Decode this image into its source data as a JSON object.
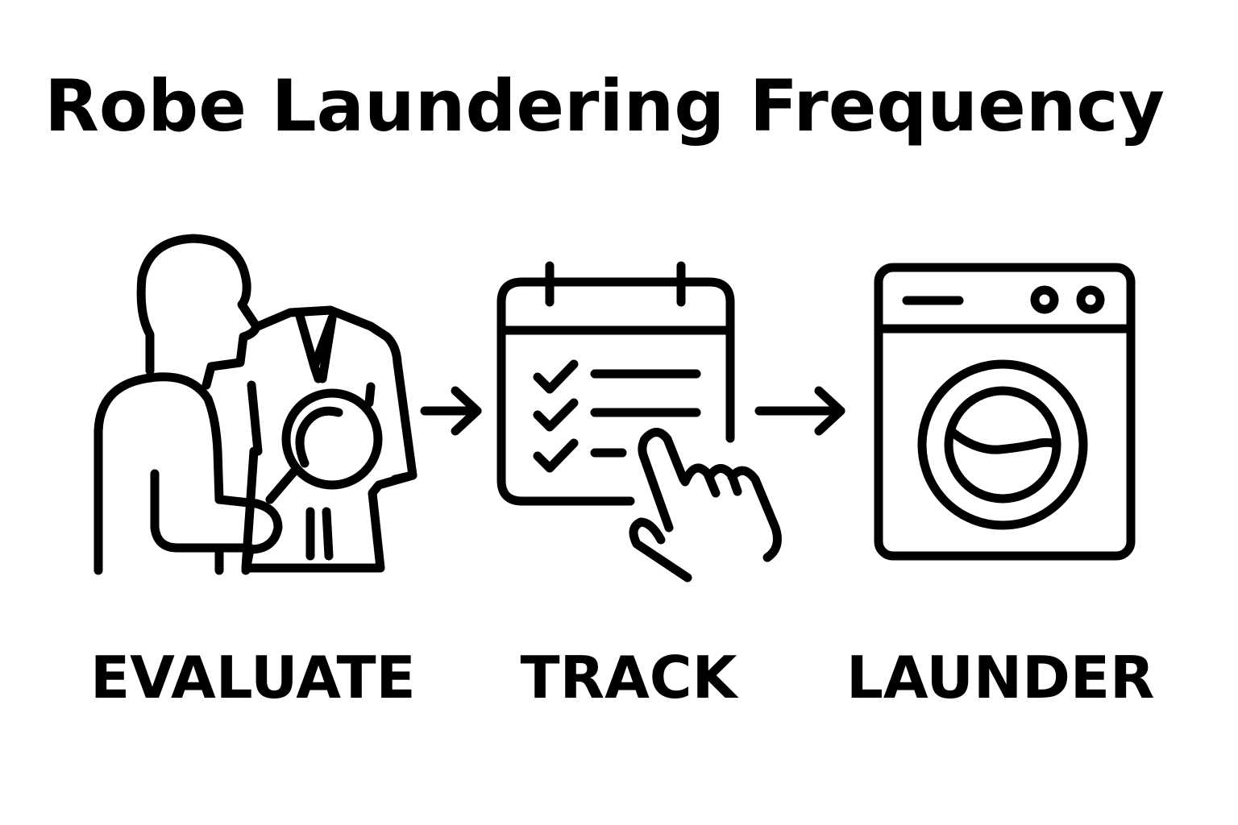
{
  "title": "Robe Laundering Frequency",
  "steps": [
    {
      "label": "EVALUATE",
      "icon": "person-inspecting-robe-icon"
    },
    {
      "label": "TRACK",
      "icon": "calendar-checklist-icon"
    },
    {
      "label": "LAUNDER",
      "icon": "washing-machine-icon"
    }
  ],
  "colors": {
    "ink": "#000000",
    "background": "#ffffff"
  }
}
